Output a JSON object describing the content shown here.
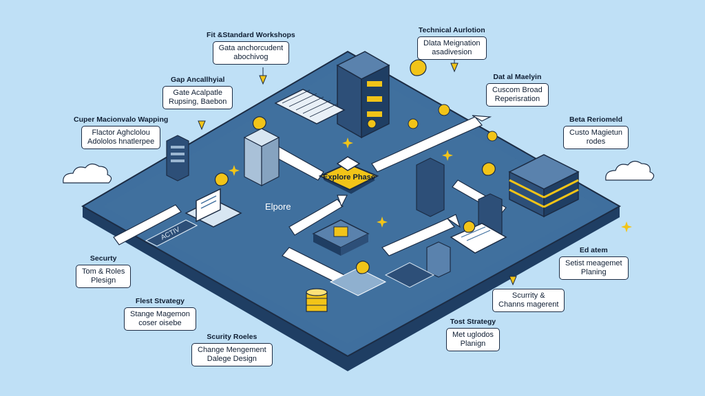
{
  "center_badge": {
    "label": "Explore Phase",
    "icon": "hexagon-icon"
  },
  "board_labels": {
    "explore": "Elpore",
    "active": "ACTIV"
  },
  "callouts": {
    "fit_workshops": {
      "title": "Fit &Standard Workshops",
      "lines": [
        "Gata anchorcudent",
        "abochivog"
      ]
    },
    "gap_analysis": {
      "title": "Gap Ancallhyial",
      "lines": [
        "Gate Acalpatle",
        "Rupsing, Baebon"
      ]
    },
    "super_mapping": {
      "title": "Cuper Macionvalo Wapping",
      "lines": [
        "Flactor Aghclolou",
        "Adololos hnatlerpee"
      ]
    },
    "security_roles": {
      "title": "Securty",
      "lines": [
        "Tom & Roles",
        "Plesign"
      ]
    },
    "test_strategy_left": {
      "title": "Flest Stvategy",
      "lines": [
        "Stange Magemon",
        "coser oisebe"
      ]
    },
    "security_change": {
      "title": "Scurity Roeles",
      "lines": [
        "Change Mengement",
        "Dalege Design"
      ]
    },
    "technical_architecture": {
      "title": "Technical Aurlotion",
      "lines": [
        "Dlata Meignation",
        "asadivesion"
      ]
    },
    "data_migration": {
      "title": "Dat al Maelyin",
      "lines": [
        "Cuscom Broad",
        "Reperisration"
      ]
    },
    "beta_role": {
      "title": "Beta Reriomeld",
      "lines": [
        "Custo Magietun",
        "rodes"
      ]
    },
    "ed_stem": {
      "title": "Ed atem",
      "lines": [
        "Setist meagemet",
        "Planing"
      ]
    },
    "security_change_right": {
      "title": "",
      "lines": [
        "Scurrity &",
        "Channs magerent"
      ]
    },
    "test_strategy_right": {
      "title": "Tost Strategy",
      "lines": [
        "Met uglodos",
        "Planign"
      ]
    }
  },
  "colors": {
    "background": "#bfe0f6",
    "board_top": "#3f6f9e",
    "board_side": "#1f3e63",
    "path": "#ffffff",
    "accent": "#f2c418",
    "ink": "#0f1e33"
  }
}
